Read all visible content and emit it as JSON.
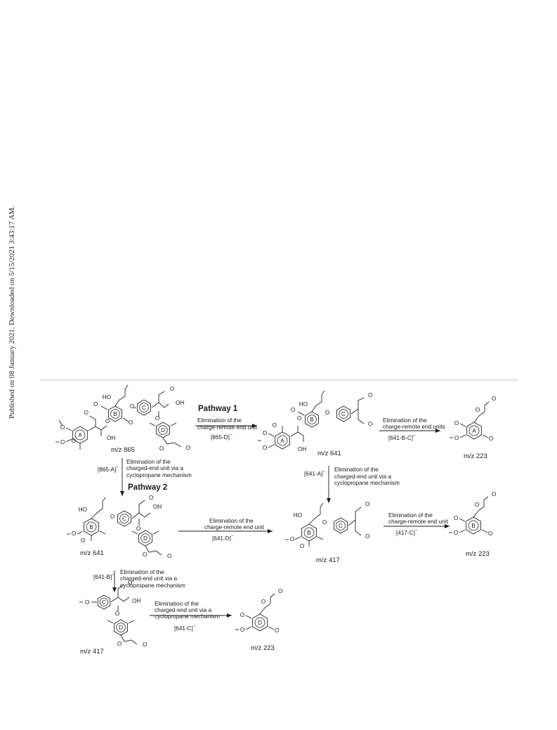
{
  "side_note": "Published on 08 January 2021. Downloaded on 5/15/2021 3:43:17 AM.",
  "pathways": {
    "p1": "Pathway 1",
    "p2": "Pathway 2"
  },
  "mz": {
    "m865": "m/z 865",
    "m641_top": "m/z 641",
    "m223_top": "m/z 223",
    "m641_left": "m/z 641",
    "m417_mid": "m/z 417",
    "m223_mid": "m/z 223",
    "m417_bot": "m/z 417",
    "m223_bot": "m/z 223"
  },
  "steps": {
    "s865D": {
      "l1": "Elimination of the",
      "l2": "charge-remote end unit",
      "code": "[865-D]"
    },
    "s641BC": {
      "l1": "Elimination of the",
      "l2": "charge-remote end units",
      "code": "[641-B-C]"
    },
    "s865A": {
      "l1": "Elimination of the",
      "l2": "charged-end unit via a",
      "l3": "cyclopropane mechanism",
      "code": "[865-A]"
    },
    "s641A": {
      "l1": "Elimination of the",
      "l2": "charged-end unit via a",
      "l3": "cyclopropane mechanism",
      "code": "[641-A]"
    },
    "s641D": {
      "l1": "Elimination of the",
      "l2": "charge-remote end unit",
      "code": "[641-D]"
    },
    "s417C": {
      "l1": "Elimination of the",
      "l2": "charge-remote end unit",
      "code": "[417-C]"
    },
    "s641B": {
      "l1": "Elimination of the",
      "l2": "charged-end unit via a",
      "l3": "cyclopropane mechanism",
      "code": "[641-B]"
    },
    "s641C": {
      "l1": "Elimination of the",
      "l2": "charged-end unit via a",
      "l3": "cyclopropane mechanism",
      "code": "[641-C]"
    }
  },
  "charge_sign": "−",
  "atoms": {
    "O": "O",
    "HO": "HO",
    "OH": "OH"
  },
  "rings": {
    "A": "A",
    "B": "B",
    "C": "C",
    "D": "D"
  }
}
